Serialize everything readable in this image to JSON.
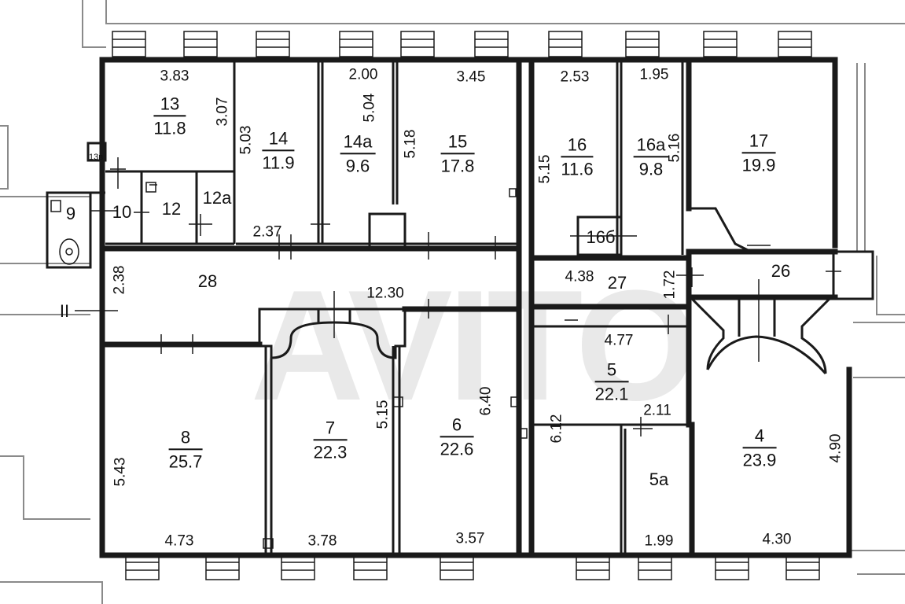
{
  "watermark": "AVITO",
  "rooms": [
    {
      "id": "r13",
      "num": "13",
      "area": "11.8"
    },
    {
      "id": "r14",
      "num": "14",
      "area": "11.9"
    },
    {
      "id": "r14a",
      "num": "14a",
      "area": "9.6"
    },
    {
      "id": "r15",
      "num": "15",
      "area": "17.8"
    },
    {
      "id": "r16",
      "num": "16",
      "area": "11.6"
    },
    {
      "id": "r16a",
      "num": "16a",
      "area": "9.8"
    },
    {
      "id": "r17",
      "num": "17",
      "area": "19.9"
    },
    {
      "id": "r8",
      "num": "8",
      "area": "25.7"
    },
    {
      "id": "r7",
      "num": "7",
      "area": "22.3"
    },
    {
      "id": "r6",
      "num": "6",
      "area": "22.6"
    },
    {
      "id": "r5",
      "num": "5",
      "area": "22.1"
    },
    {
      "id": "r4",
      "num": "4",
      "area": "23.9"
    }
  ],
  "labels": {
    "r9": "9",
    "r10": "10",
    "r12": "12",
    "r12a": "12a",
    "r16b": "16б",
    "r13v": "13в",
    "r28": "28",
    "r27": "27",
    "r26": "26",
    "r5a": "5a",
    "stair": "II"
  },
  "dims": {
    "d383": "3.83",
    "d307": "3.07",
    "d503": "5.03",
    "d200": "2.00",
    "d504": "5.04",
    "d345": "3.45",
    "d518": "5.18",
    "d253": "2.53",
    "d515a": "5.15",
    "d195": "1.95",
    "d516": "5.16",
    "d237": "2.37",
    "d238": "2.38",
    "d1230": "12.30",
    "d438": "4.38",
    "d172": "1.72",
    "d477": "4.77",
    "d543": "5.43",
    "d515b": "5.15",
    "d640": "6.40",
    "d612": "6.12",
    "d211": "2.11",
    "d490": "4.90",
    "d473": "4.73",
    "d378": "3.78",
    "d357": "3.57",
    "d199": "1.99",
    "d430": "4.30"
  }
}
